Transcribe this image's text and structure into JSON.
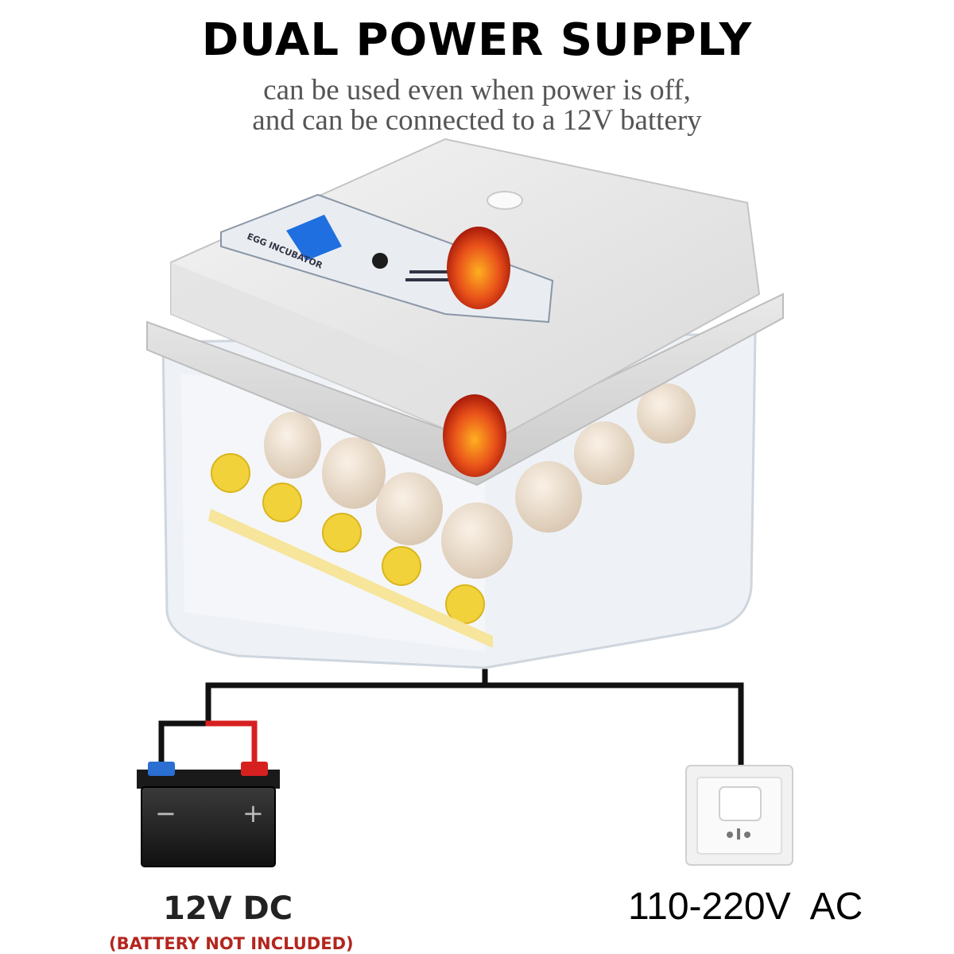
{
  "header": {
    "title": "DUAL POWER SUPPLY",
    "subtitle_line1": "can be used even when power is off,",
    "subtitle_line2": "and can be connected to a 12V battery"
  },
  "incubator": {
    "panel_label": "EGG INCUBATOR"
  },
  "battery": {
    "label": "12V DC",
    "note": "(BATTERY NOT INCLUDED)",
    "minus_sign": "−",
    "plus_sign": "+"
  },
  "outlet": {
    "label": "110-220V  AC"
  },
  "colors": {
    "wire": "#111111",
    "wire_positive": "#d62020",
    "terminal_negative": "#2a6fd1",
    "terminal_positive": "#d62020",
    "egg_glow": "#e8501a",
    "gear": "#f2d23a"
  }
}
